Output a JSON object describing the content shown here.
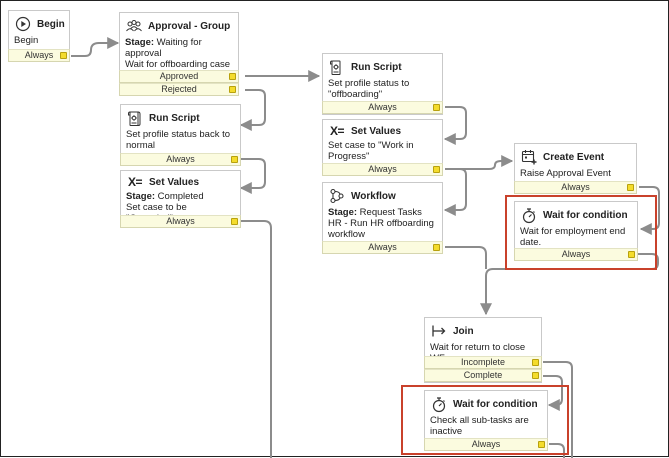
{
  "activities": {
    "begin": {
      "title": "Begin",
      "body": "Begin",
      "transitions": [
        "Always"
      ]
    },
    "approval": {
      "title": "Approval - Group",
      "stage_label": "Stage:",
      "stage_text": " Waiting for approval",
      "body": "Wait for offboarding case approval.",
      "transitions": [
        "Approved",
        "Rejected"
      ]
    },
    "run_script_2": {
      "title": "Run Script",
      "body": "Set profile status back to normal",
      "transitions": [
        "Always"
      ]
    },
    "set_values_2": {
      "title": "Set Values",
      "stage_label": "Stage:",
      "stage_text": " Completed",
      "body": "Set case to be \"Canceled\"",
      "transitions": [
        "Always"
      ]
    },
    "run_script_1": {
      "title": "Run Script",
      "body": "Set profile status to \"offboarding\"",
      "transitions": [
        "Always"
      ]
    },
    "set_values_1": {
      "title": "Set Values",
      "body": "Set case to \"Work in Progress\"",
      "transitions": [
        "Always"
      ]
    },
    "workflow": {
      "title": "Workflow",
      "stage_label": "Stage:",
      "stage_text": " Request Tasks",
      "body": "HR - Run HR offboarding workflow",
      "transitions": [
        "Always"
      ]
    },
    "create_event": {
      "title": "Create Event",
      "body": "Raise Approval Event",
      "transitions": [
        "Always"
      ]
    },
    "wait_1": {
      "title": "Wait for condition",
      "body": "Wait for employment end date.",
      "transitions": [
        "Always"
      ]
    },
    "join": {
      "title": "Join",
      "body": "Wait for return to close WF",
      "transitions": [
        "Incomplete",
        "Complete"
      ]
    },
    "wait_2": {
      "title": "Wait for condition",
      "body": "Check all sub-tasks are inactive",
      "transitions": [
        "Always"
      ]
    }
  },
  "icons": {
    "begin": "play-circle-icon",
    "approval": "group-approval-icon",
    "run_script": "script-scroll-icon",
    "set_values": "x-equals-icon",
    "workflow": "workflow-icon",
    "create_event": "calendar-event-icon",
    "wait": "stopwatch-icon",
    "join": "join-arrow-icon"
  },
  "colors": {
    "transition_bg": "#fbfbdf",
    "port": "#f4dc2c",
    "connector": "#8c8c8c",
    "highlight": "#c9412b"
  }
}
